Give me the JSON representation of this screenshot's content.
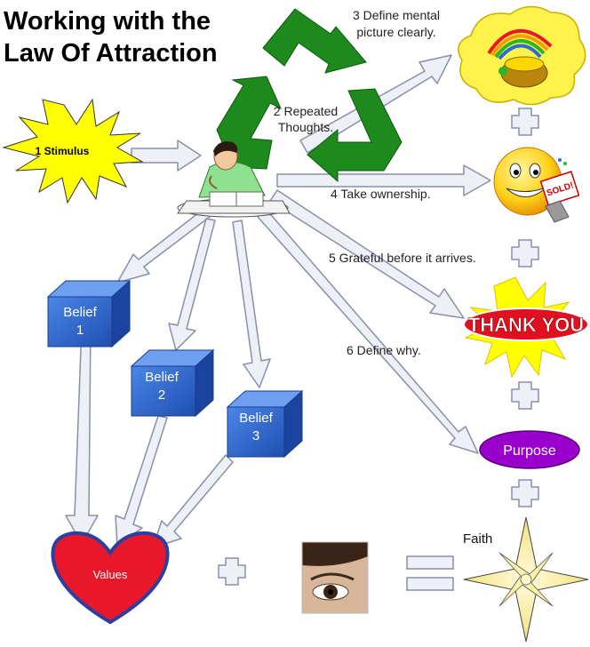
{
  "title_line1": "Working with the",
  "title_line2": "Law Of Attraction",
  "labels": {
    "stimulus": "1 Stimulus",
    "repeated_line1": "2 Repeated",
    "repeated_line2": "Thoughts.",
    "define_line1": "3 Define mental",
    "define_line2": "picture clearly.",
    "ownership": "4 Take ownership.",
    "grateful": "5 Grateful before it arrives.",
    "why": "6 Define why.",
    "belief1": "Belief",
    "belief1_num": "1",
    "belief2": "Belief",
    "belief2_num": "2",
    "belief3": "Belief",
    "belief3_num": "3",
    "values": "Values",
    "purpose": "Purpose",
    "faith": "Faith",
    "thankyou": "THANK YOU",
    "sold_sign": "SOLD!"
  },
  "icons": {
    "recycle": "recycle-arrows-icon",
    "person": "student-reading-icon",
    "pot_of_gold": "pot-of-gold-rainbow-icon",
    "smiley": "smiley-sold-sign-icon",
    "eye": "eye-photo-icon",
    "star": "compass-star-icon"
  },
  "colors": {
    "stimulus_burst": "#ffff00",
    "recycle_green": "#1e8a1e",
    "belief_blue": "#2b63c9",
    "heart_red": "#e8182a",
    "heart_border": "#2c3f9e",
    "purpose_purple": "#9900cc",
    "thank_red": "#e01020",
    "cloud_yellow": "#fff24a",
    "arrow_fill": "#eef0f8",
    "arrow_stroke": "#8a8fa8"
  }
}
